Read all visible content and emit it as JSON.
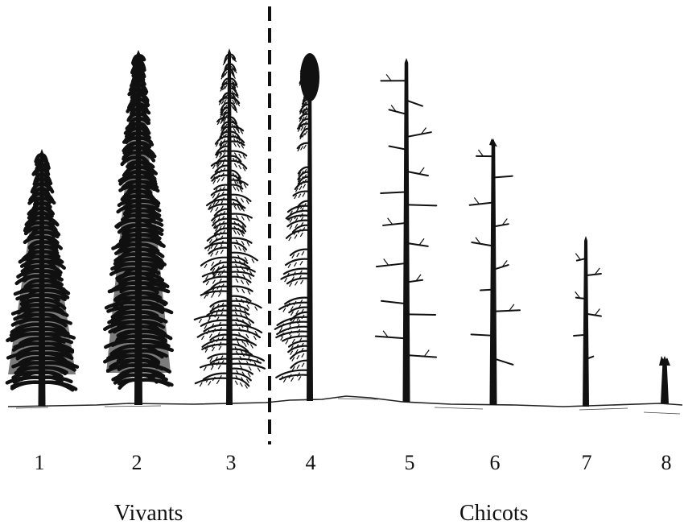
{
  "trees": [
    {
      "number": "1",
      "stage": "live"
    },
    {
      "number": "2",
      "stage": "live"
    },
    {
      "number": "3",
      "stage": "live"
    },
    {
      "number": "4",
      "stage": "snag"
    },
    {
      "number": "5",
      "stage": "snag"
    },
    {
      "number": "6",
      "stage": "snag"
    },
    {
      "number": "7",
      "stage": "snag"
    },
    {
      "number": "8",
      "stage": "snag"
    }
  ],
  "groups": {
    "live_label": "Vivants",
    "snag_label": "Chicots"
  },
  "colors": {
    "ink": "#111111",
    "background": "#ffffff"
  }
}
